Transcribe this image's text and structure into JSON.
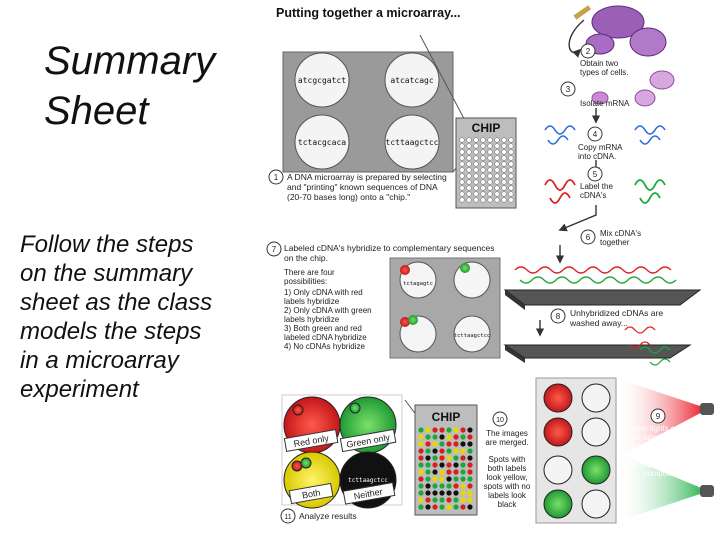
{
  "slide": {
    "title_lines": [
      "Summary",
      "Sheet"
    ],
    "body_lines": [
      "Follow the steps",
      "on the summary",
      "sheet as the class",
      "models the steps",
      "in a microarray",
      "experiment"
    ]
  },
  "figure": {
    "heading": "Putting together a microarray...",
    "chip_label": "CHIP",
    "chip_label_2": "CHIP",
    "probe_sequences": [
      "atcgcgatct",
      "atcatcagc",
      "tctacgcaca",
      "tcttaagctcc"
    ],
    "sequence_small_1": "tctagagtc",
    "sequence_small_2": "tcttaagctcc",
    "results": {
      "red": "Red only",
      "green": "Green only",
      "both": "Both",
      "neither": "Neither",
      "neither_seq": "tcttaagctcc"
    },
    "steps": {
      "s1_num": "1",
      "s1_lines": [
        "A DNA microarray is prepared by selecting",
        "and \"printing\" known sequences of DNA",
        "(20-70 bases long) onto a \"chip.\""
      ],
      "s2_num": "2",
      "s2_lines": [
        "Obtain two",
        "types of cells."
      ],
      "s3_num": "3",
      "s3_lines": [
        "Isolate mRNA"
      ],
      "s4_num": "4",
      "s4_lines": [
        "Copy mRNA",
        "into cDNA."
      ],
      "s5_num": "5",
      "s5_lines": [
        "Label the",
        "cDNA's"
      ],
      "s6_num": "6",
      "s6_lines": [
        "Mix cDNA's",
        "together"
      ],
      "s7_num": "7",
      "s7_lines": [
        "Labeled cDNA's hybridize to complementary sequences",
        "on the chip."
      ],
      "s7_poss": [
        "There are four",
        "possibilities:",
        "1) Only cDNA with red",
        "labels hybridize",
        "2) Only cDNA with green",
        "labels hybridize",
        "3) Both green and red",
        "labeled cDNA hybridize",
        "4) No cDNAs hybridize"
      ],
      "s8_num": "8",
      "s8_lines": [
        "Unhybridized cDNAs are",
        "washed away..."
      ],
      "s9_num": "9",
      "s9_lines": [
        "Laser lights cause",
        "the labels to emit",
        "red or green light.",
        "These emissions",
        "are captured onto a",
        "computer"
      ],
      "s10_num": "10",
      "s10_lines": [
        "The images",
        "are merged.",
        "",
        "Spots with",
        "both labels",
        "look yellow,",
        "spots with no",
        "labels look",
        "black"
      ],
      "s11_num": "11",
      "s11_lines": [
        "Analyze results"
      ]
    }
  }
}
